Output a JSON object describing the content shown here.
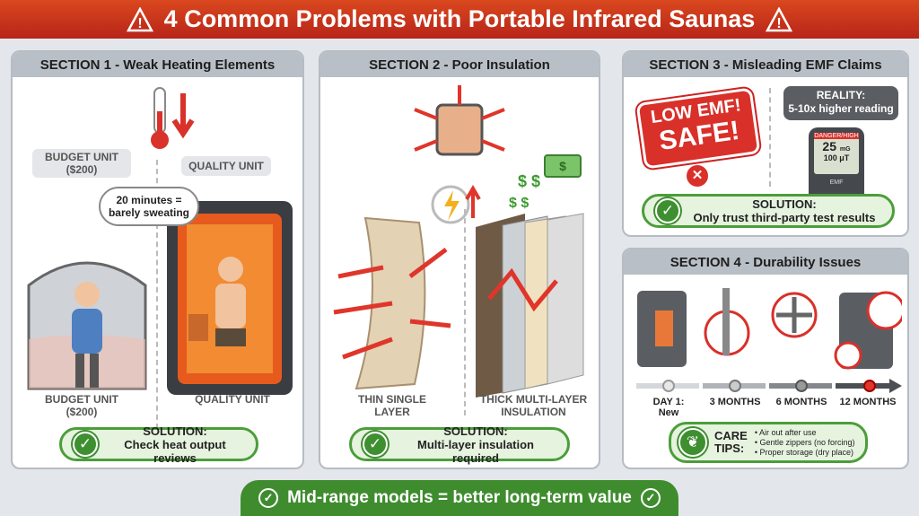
{
  "title": "4 Common Problems with Portable Infrared Saunas",
  "icons": {
    "header": "warning-triangle-icon",
    "solution": "check-circle-icon",
    "care": "leaf-icon"
  },
  "colors": {
    "header": "#c8321b",
    "solution": "#4b9e3a",
    "panel_header": "#b9bfc6"
  },
  "section1": {
    "title": "SECTION 1 - Weak Heating Elements",
    "budget_top": "BUDGET UNIT\n($200)",
    "quality_top": "QUALITY UNIT",
    "bubble": "20 minutes =\nbarely sweating",
    "budget_bottom": "BUDGET UNIT\n($200)",
    "quality_bottom": "QUALITY UNIT",
    "solution_title": "SOLUTION:",
    "solution_text": "Check heat output reviews"
  },
  "section2": {
    "title": "SECTION 2 - Poor Insulation",
    "thin_label": "THIN SINGLE\nLAYER",
    "thick_label": "THICK MULTI-LAYER\nINSULATION",
    "solution_title": "SOLUTION:",
    "solution_text": "Multi-layer insulation required"
  },
  "section3": {
    "title": "SECTION 3 - Misleading EMF Claims",
    "claim_line1": "LOW EMF!",
    "claim_line2": "SAFE!",
    "reality_title": "REALITY:",
    "reality_text": "5-10x higher reading",
    "meter": {
      "warning": "DANGER/HIGH",
      "reading1": "25",
      "unit1": "mG",
      "reading2": "100",
      "unit2": "μT",
      "label": "EMF"
    },
    "solution_title": "SOLUTION:",
    "solution_text": "Only trust third-party test results"
  },
  "section4": {
    "title": "SECTION 4 - Durability Issues",
    "timeline": [
      {
        "label": "DAY 1:",
        "sub": "New"
      },
      {
        "label": "3 MONTHS"
      },
      {
        "label": "6 MONTHS"
      },
      {
        "label": "12 MONTHS"
      }
    ],
    "care_title": "CARE\nTIPS:",
    "tips": [
      "• Air out after use",
      "• Gentle zippers (no forcing)",
      "• Proper storage (dry place)"
    ]
  },
  "banner": "Mid-range models = better long-term value"
}
